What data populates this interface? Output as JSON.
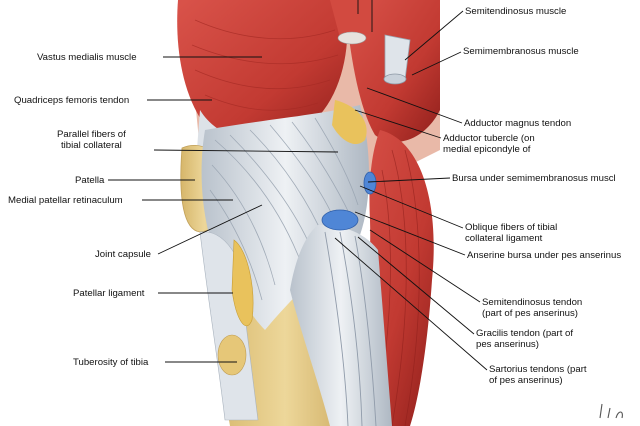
{
  "colors": {
    "muscle": "#c23a32",
    "muscle_dark": "#8f1f1b",
    "tendon": "#d9dfe6",
    "fat": "#e9c25c",
    "bone": "#e8cf8c",
    "bursa": "#4f86d6",
    "leader": "#111111"
  },
  "labels": [
    {
      "id": "semitendinosus-muscle",
      "text": "Semitendinosus muscle"
    },
    {
      "id": "semimembranosus-muscle",
      "text": "Semimembranosus muscle"
    },
    {
      "id": "vastus-medialis-muscle",
      "text": "Vastus medialis muscle"
    },
    {
      "id": "quadriceps-femoris-tendon",
      "text": "Quadriceps femoris tendon"
    },
    {
      "id": "adductor-magnus-tendon",
      "text": "Adductor magnus tendon"
    },
    {
      "id": "parallel-fibers",
      "lines": [
        "Parallel fibers of",
        "tibial collateral"
      ]
    },
    {
      "id": "adductor-tubercle",
      "lines": [
        "Adductor tubercle (on",
        "medial epicondyle of"
      ]
    },
    {
      "id": "patella",
      "text": "Patella"
    },
    {
      "id": "bursa-semimembranosus",
      "text": "Bursa under semimembranosus muscl"
    },
    {
      "id": "medial-patellar-retinaculum",
      "text": "Medial patellar retinaculum"
    },
    {
      "id": "oblique-fibers",
      "lines": [
        "Oblique fibers of tibial",
        "collateral ligament"
      ]
    },
    {
      "id": "joint-capsule",
      "text": "Joint capsule"
    },
    {
      "id": "anserine-bursa",
      "text": "Anserine bursa under pes anserinus"
    },
    {
      "id": "patellar-ligament",
      "text": "Patellar ligament"
    },
    {
      "id": "semitendinosus-tendon",
      "lines": [
        "Semitendinosus tendon",
        "(part of pes anserinus)"
      ]
    },
    {
      "id": "gracilis-tendon",
      "lines": [
        "Gracilis tendon (part of",
        "pes anserinus)"
      ]
    },
    {
      "id": "tuberosity-of-tibia",
      "text": "Tuberosity of tibia"
    },
    {
      "id": "sartorius-tendons",
      "lines": [
        "Sartorius tendons (part",
        "of pes anserinus)"
      ]
    }
  ]
}
